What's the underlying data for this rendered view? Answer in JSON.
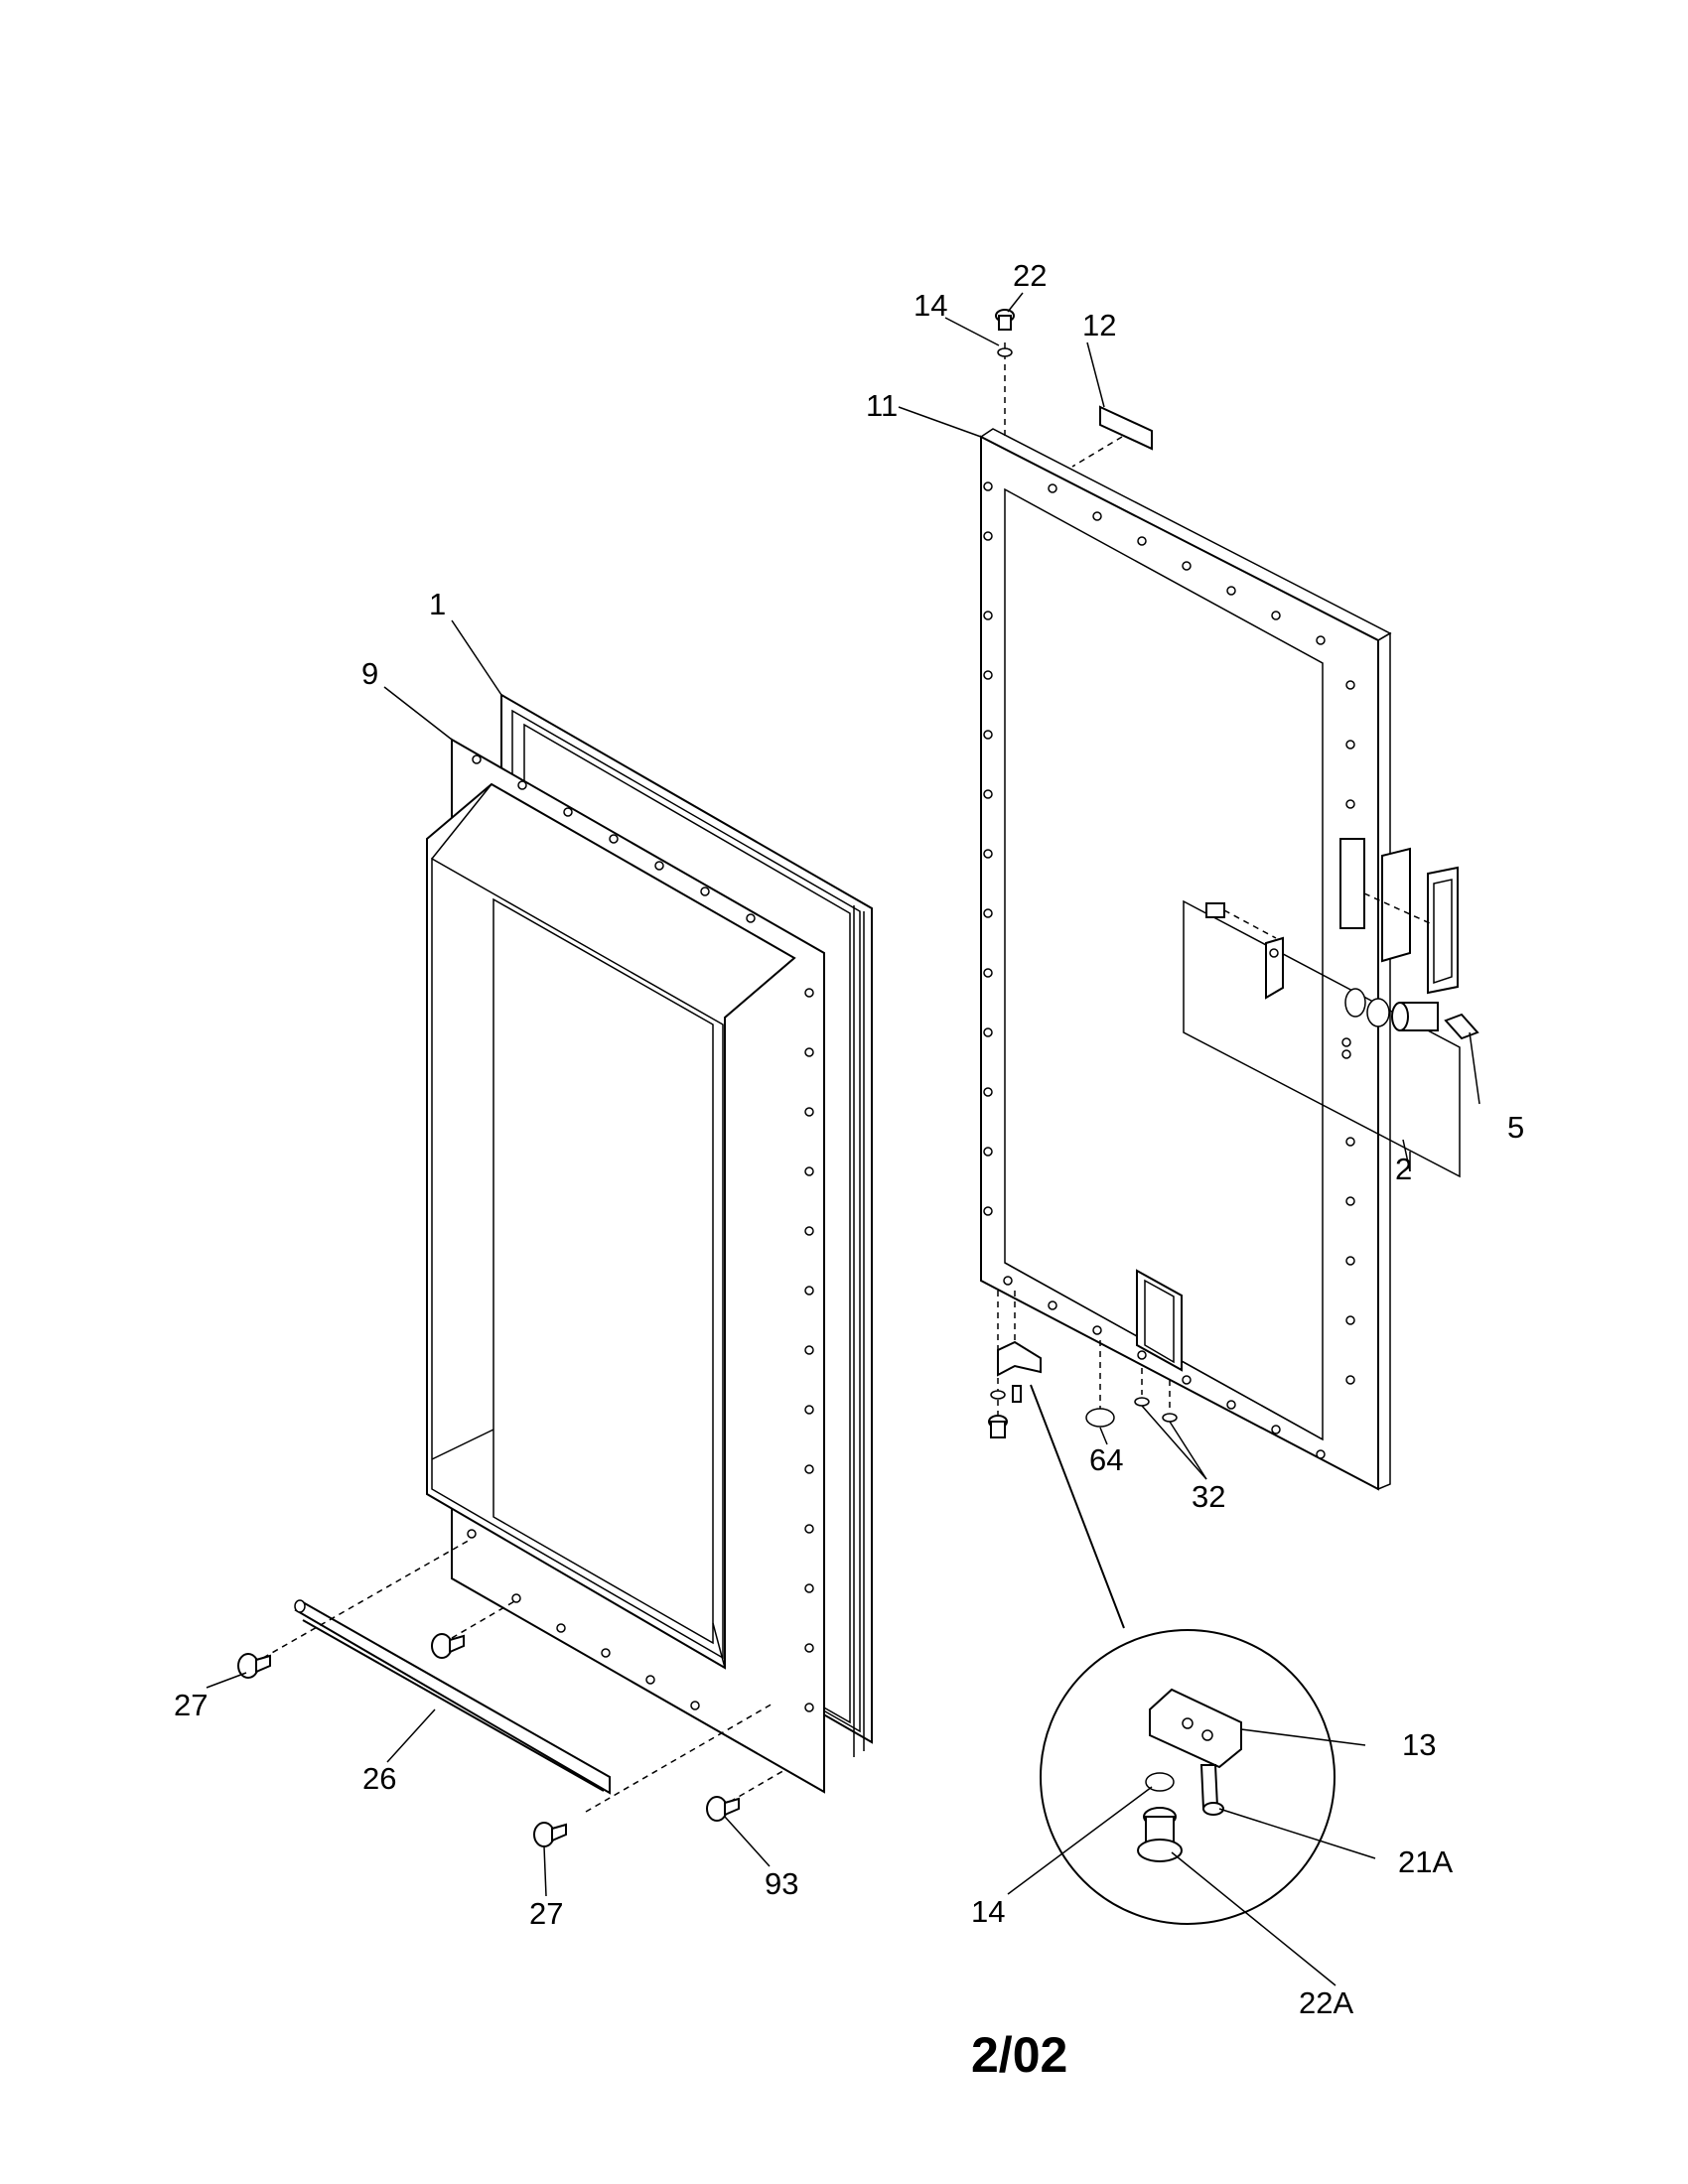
{
  "diagram": {
    "part_callouts": {
      "p1": "1",
      "p9": "9",
      "p11": "11",
      "p12": "12",
      "p14_top": "14",
      "p22": "22",
      "p2": "2",
      "p5": "5",
      "p64": "64",
      "p32": "32",
      "p27_left": "27",
      "p26": "26",
      "p27_bottom": "27",
      "p93": "93",
      "p13": "13",
      "p14_detail": "14",
      "p21a": "21A",
      "p22a": "22A"
    },
    "revision_code": "2/02"
  }
}
